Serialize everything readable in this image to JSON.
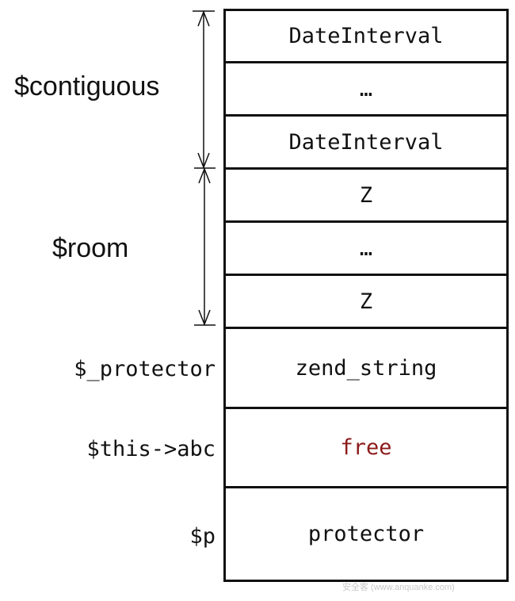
{
  "cells": [
    {
      "text": "DateInterval"
    },
    {
      "text": "…"
    },
    {
      "text": "DateInterval"
    },
    {
      "text": "Z"
    },
    {
      "text": "…"
    },
    {
      "text": "Z"
    },
    {
      "text": "zend_string"
    },
    {
      "text": "free"
    },
    {
      "text": "protector"
    }
  ],
  "labels": {
    "contiguous": "$contiguous",
    "room": "$room",
    "protector": "$_protector",
    "this_abc": "$this->abc",
    "p": "$p"
  },
  "colors": {
    "free_text": "#8b1a1a",
    "line": "#111111"
  }
}
